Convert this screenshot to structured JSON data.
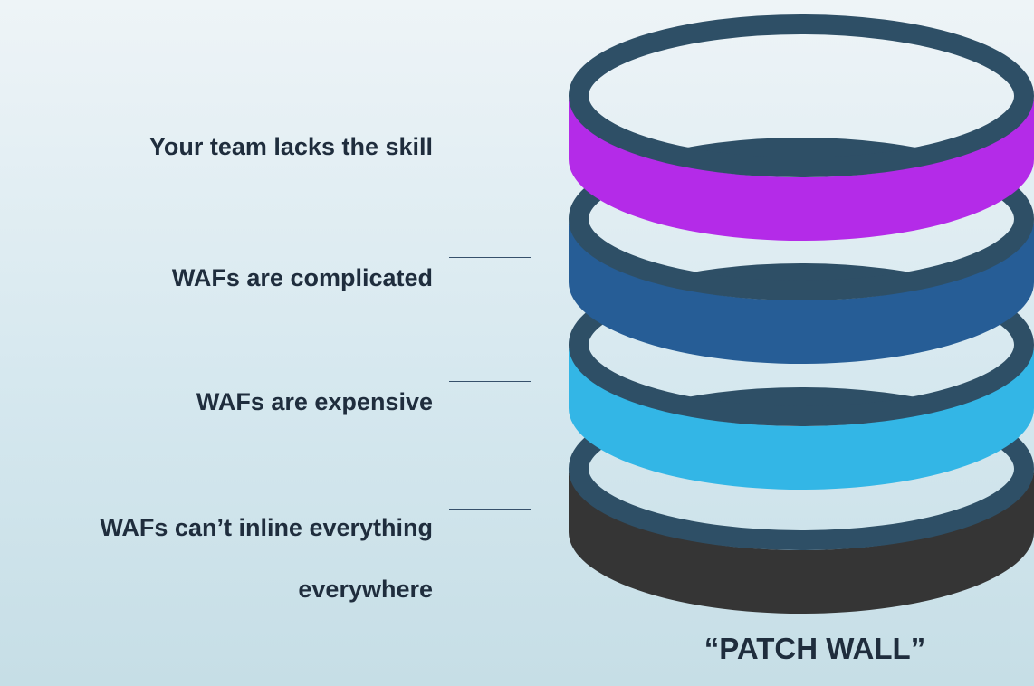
{
  "labels": [
    {
      "text": "Your team lacks the skill"
    },
    {
      "text": "WAFs are complicated"
    },
    {
      "text": "WAFs are expensive"
    },
    {
      "text": "WAFs can’t inline everything",
      "text2": "everywhere"
    }
  ],
  "caption": "“PATCH WALL”",
  "rings": [
    {
      "name": "ring-dark",
      "color": "#353535"
    },
    {
      "name": "ring-light-blue",
      "color": "#33b6e6"
    },
    {
      "name": "ring-blue",
      "color": "#265d96"
    },
    {
      "name": "ring-purple",
      "color": "#b42be8"
    }
  ],
  "colors": {
    "outline": "#2e4f66",
    "text": "#1f2d3d"
  }
}
